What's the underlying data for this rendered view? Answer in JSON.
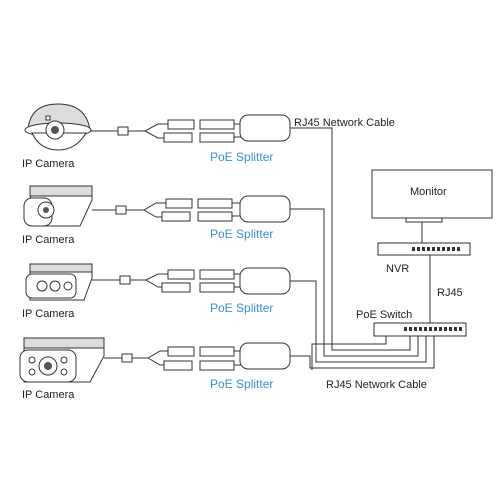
{
  "cameras": [
    {
      "label": "IP Camera",
      "splitter_label": "PoE Splitter"
    },
    {
      "label": "IP Camera",
      "splitter_label": "PoE Splitter"
    },
    {
      "label": "IP Camera",
      "splitter_label": "PoE Splitter"
    },
    {
      "label": "IP Camera",
      "splitter_label": "PoE Splitter"
    }
  ],
  "cable_labels": {
    "top": "RJ45 Network Cable",
    "bottom": "RJ45 Network Cable",
    "nvr_link": "RJ45"
  },
  "devices": {
    "monitor": "Monitor",
    "nvr": "NVR",
    "poe_switch": "PoE Switch"
  },
  "colors": {
    "splitter_text": "#3a8fd9",
    "line": "#333333"
  },
  "icons": [
    "dome-camera-icon",
    "bullet-camera-icon",
    "monitor-icon",
    "nvr-icon",
    "poe-switch-icon"
  ]
}
